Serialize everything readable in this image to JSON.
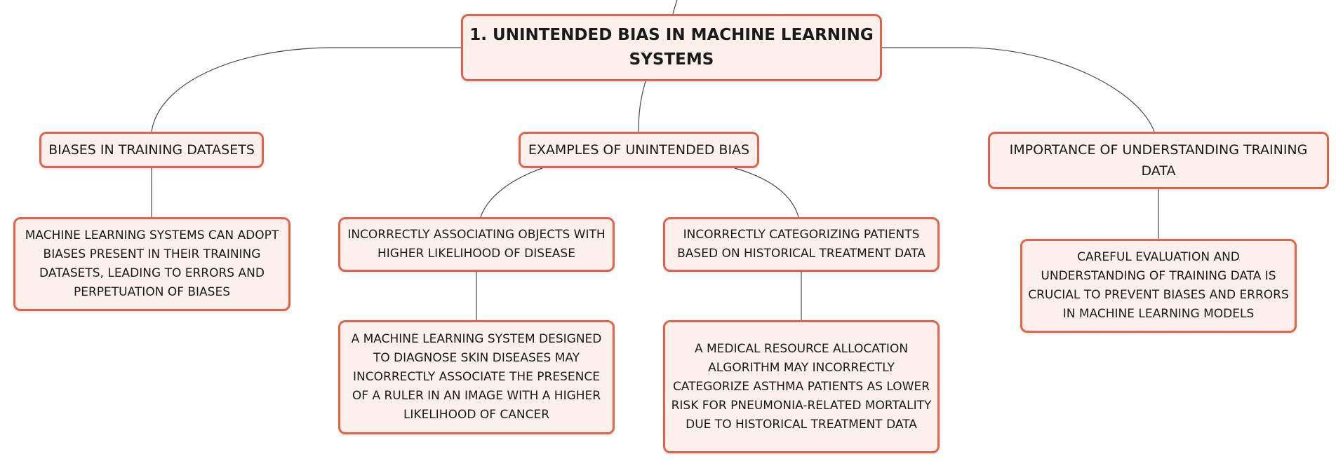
{
  "accent_border": "#e2634c",
  "node_fill": "#fdf0ec",
  "root": {
    "text": "1. UNINTENDED BIAS IN MACHINE LEARNING SYSTEMS"
  },
  "branches": {
    "training": {
      "label": "BIASES IN TRAINING DATASETS",
      "detail": "MACHINE LEARNING SYSTEMS CAN ADOPT BIASES PRESENT IN THEIR TRAINING DATASETS, LEADING TO ERRORS AND PERPETUATION OF BIASES"
    },
    "examples": {
      "label": "EXAMPLES OF UNINTENDED BIAS",
      "objects": {
        "label": "INCORRECTLY ASSOCIATING OBJECTS WITH HIGHER LIKELIHOOD OF DISEASE",
        "detail": "A MACHINE LEARNING SYSTEM DESIGNED TO DIAGNOSE SKIN DISEASES MAY INCORRECTLY ASSOCIATE THE PRESENCE OF A RULER IN AN IMAGE WITH A HIGHER LIKELIHOOD OF CANCER"
      },
      "patients": {
        "label": "INCORRECTLY CATEGORIZING PATIENTS BASED ON HISTORICAL TREATMENT DATA",
        "detail": "A MEDICAL RESOURCE ALLOCATION ALGORITHM MAY INCORRECTLY CATEGORIZE ASTHMA PATIENTS AS LOWER RISK FOR PNEUMONIA-RELATED MORTALITY DUE TO HISTORICAL TREATMENT DATA"
      }
    },
    "importance": {
      "label": "IMPORTANCE OF UNDERSTANDING TRAINING DATA",
      "detail": "CAREFUL EVALUATION AND UNDERSTANDING OF TRAINING DATA IS CRUCIAL TO PREVENT BIASES AND ERRORS IN MACHINE LEARNING MODELS"
    }
  }
}
